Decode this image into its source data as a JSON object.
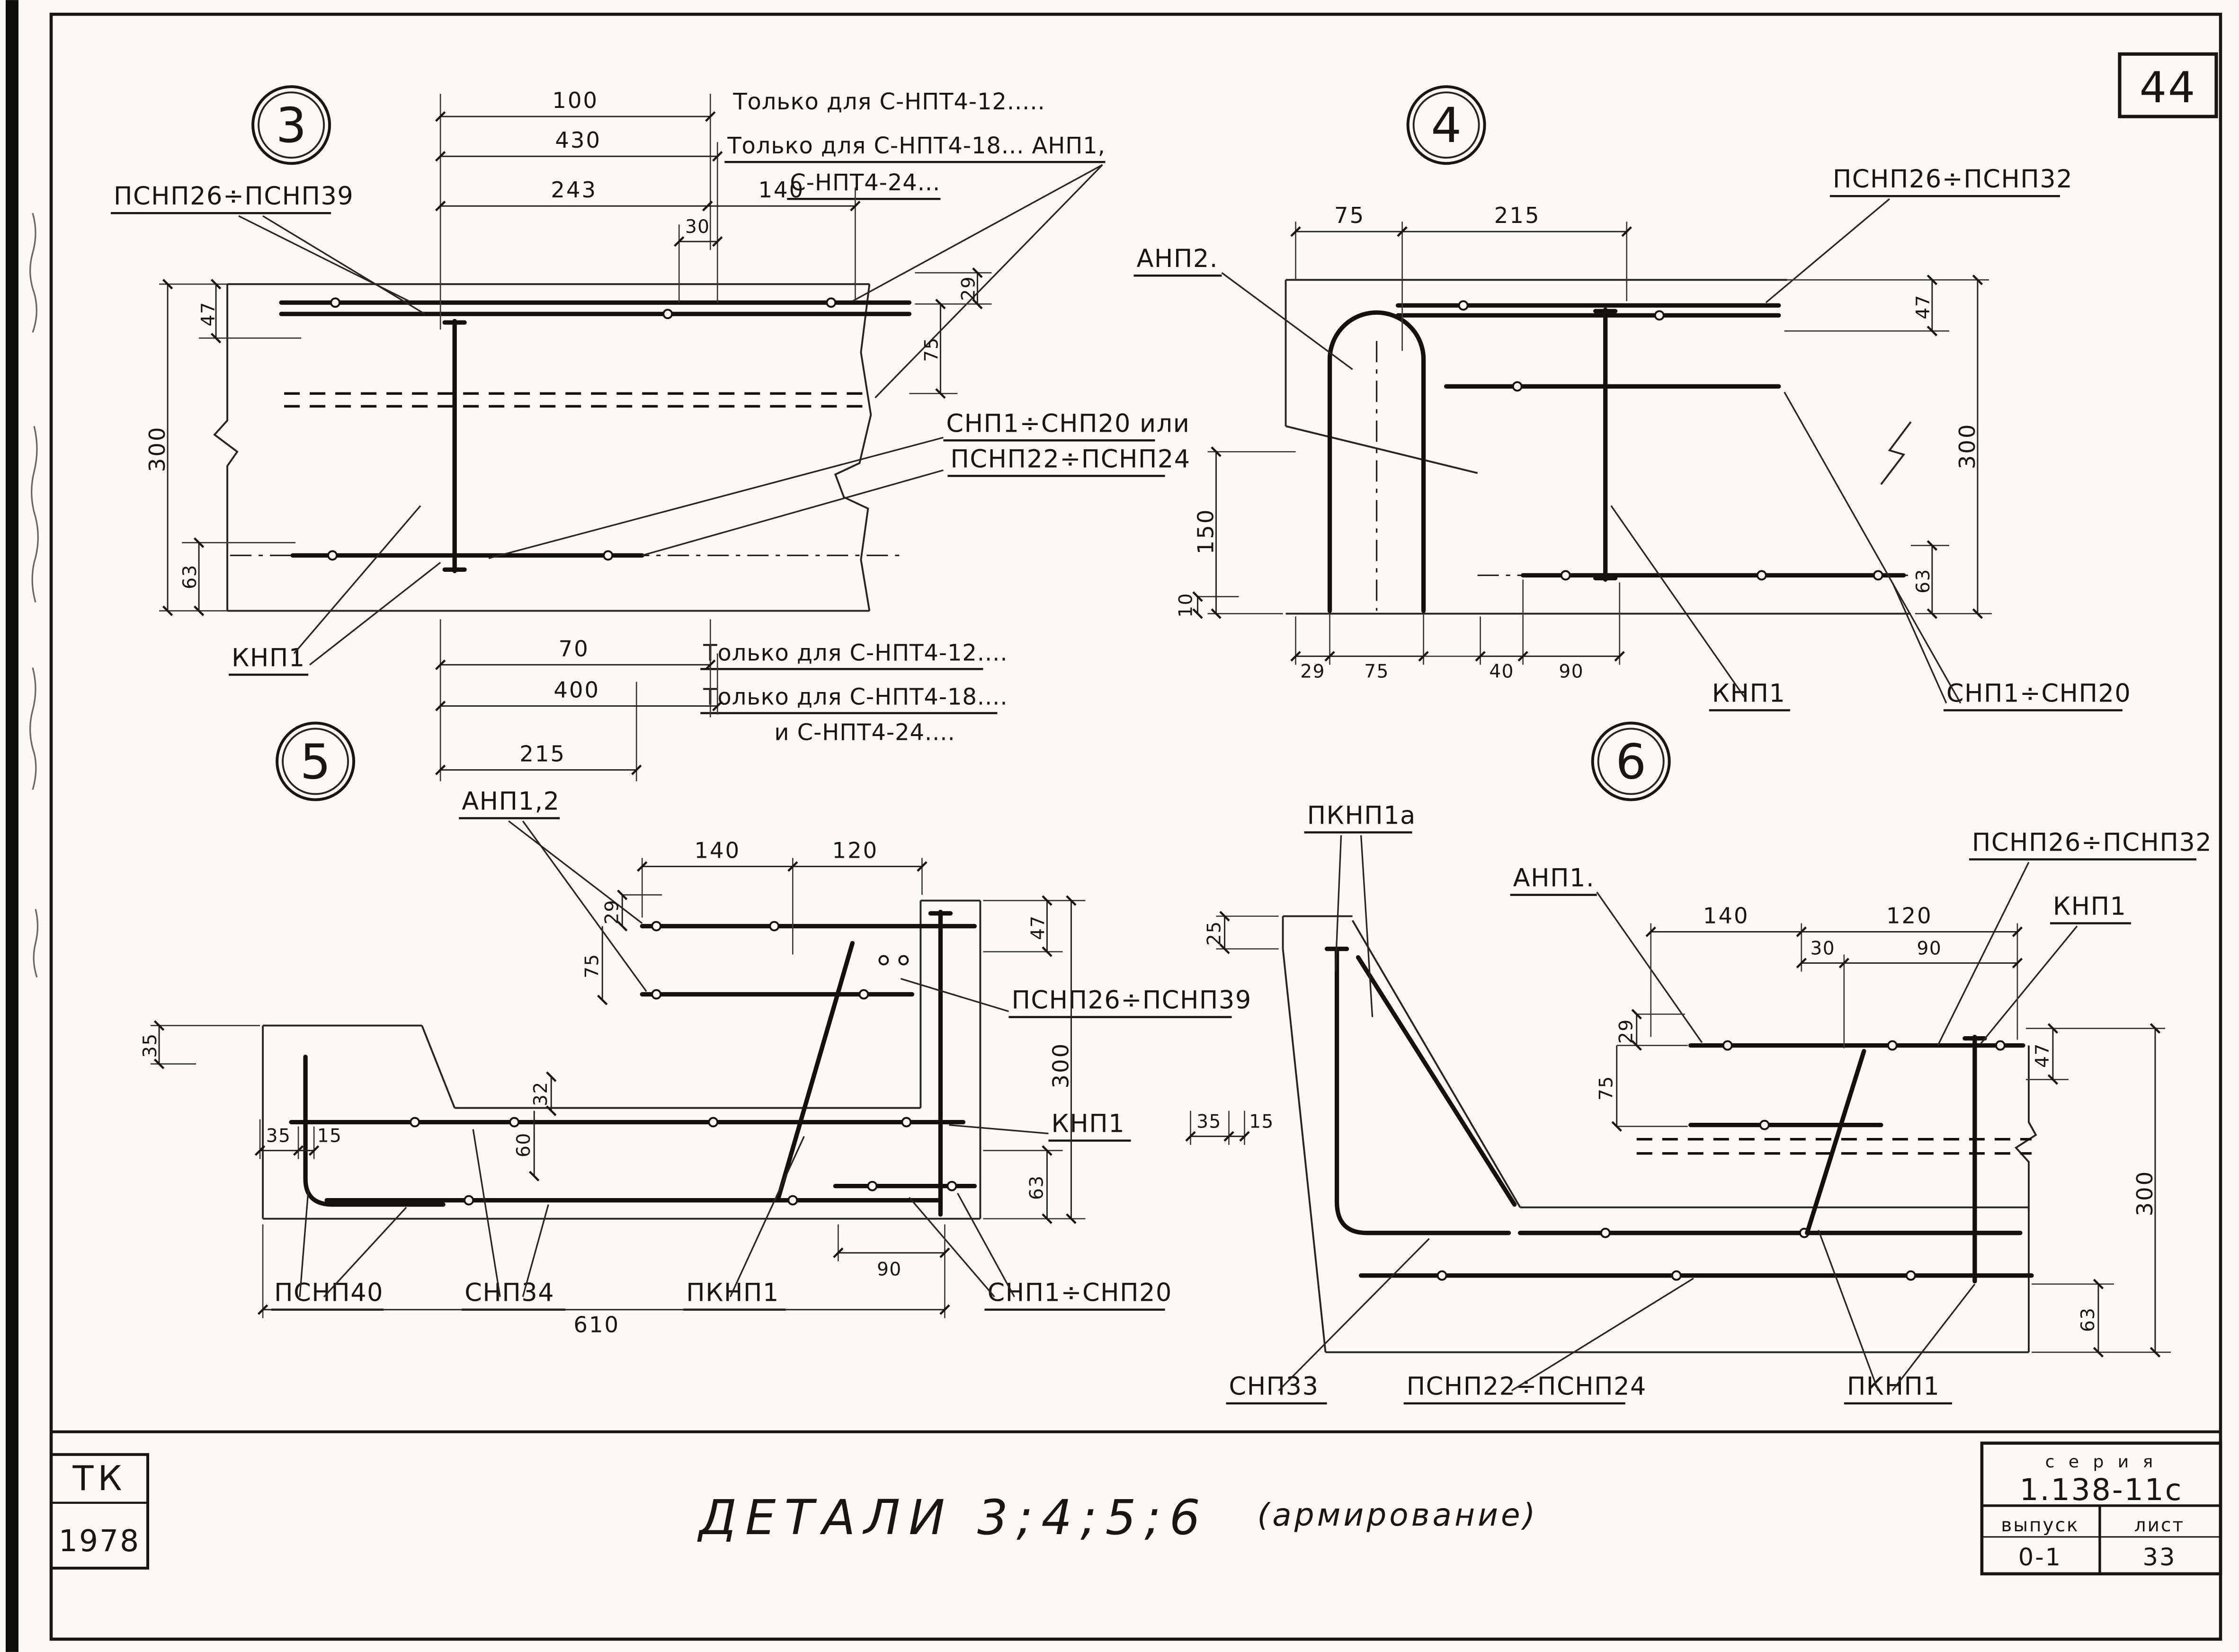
{
  "sheet": {
    "number": "44",
    "caption": "ДЕТАЛИ 3;4;5;6",
    "caption_note": "(армирование)",
    "stamp_org": "ТК",
    "stamp_year": "1978",
    "titleblock": {
      "series_label": "с е р и я",
      "series_value": "1.138-11с",
      "issue_label": "выпуск",
      "issue_value": "0-1",
      "sheet_label": "лист",
      "sheet_value": "33"
    }
  },
  "detail3": {
    "number": "3",
    "labels": {
      "psnp": "ПСНП26÷ПСНП39",
      "knp": "КНП1",
      "snp_line1": "СНП1÷СНП20 или",
      "snp_line2": "ПСНП22÷ПСНП24"
    },
    "notes": {
      "top1": "Только для С-НПТ4-12.....",
      "top2": "Только для С-НПТ4-18... АНП1,",
      "top3": "С-НПТ4-24...",
      "bot1": "Только для С-НПТ4-12....",
      "bot2": "Только для С-НПТ4-18....",
      "bot3": "и С-НПТ4-24...."
    },
    "dims": {
      "t100": "100",
      "t430": "430",
      "t243": "243",
      "t140": "140",
      "t30": "30",
      "l47": "47",
      "l300": "300",
      "l63": "63",
      "r29": "29",
      "r75": "75",
      "b70": "70",
      "b400": "400",
      "b215": "215"
    }
  },
  "detail4": {
    "number": "4",
    "labels": {
      "anp": "АНП2.",
      "psnp": "ПСНП26÷ПСНП32",
      "knp": "КНП1",
      "snp": "СНП1÷СНП20"
    },
    "dims": {
      "t75": "75",
      "t215": "215",
      "r47": "47",
      "r300": "300",
      "r63": "63",
      "l150": "150",
      "l10": "10",
      "b29": "29",
      "b75": "75",
      "b40": "40",
      "b90": "90"
    }
  },
  "detail5": {
    "number": "5",
    "labels": {
      "anp": "АНП1,2",
      "psnp": "ПСНП26÷ПСНП39",
      "knp": "КНП1",
      "psnp40": "ПСНП40",
      "snp34": "СНП34",
      "pknp": "ПКНП1",
      "snp": "СНП1÷СНП20"
    },
    "dims": {
      "t140": "140",
      "t120": "120",
      "l35": "35",
      "b35": "35",
      "b15": "15",
      "m32": "32",
      "m60": "60",
      "v29": "29",
      "v75": "75",
      "r47": "47",
      "r300": "300",
      "r63": "63",
      "b90": "90",
      "b610": "610"
    }
  },
  "detail6": {
    "number": "6",
    "labels": {
      "pknp1a": "ПКНП1а",
      "anp": "АНП1.",
      "psnp": "ПСНП26÷ПСНП32",
      "knp": "КНП1",
      "snp33": "СНП33",
      "psnp22": "ПСНП22÷ПСНП24",
      "pknp": "ПКНП1"
    },
    "dims": {
      "l25": "25",
      "t140": "140",
      "t120": "120",
      "t30": "30",
      "t90": "90",
      "v29": "29",
      "v75": "75",
      "b35": "35",
      "b15": "15",
      "r47": "47",
      "r300": "300",
      "r63": "63"
    }
  }
}
